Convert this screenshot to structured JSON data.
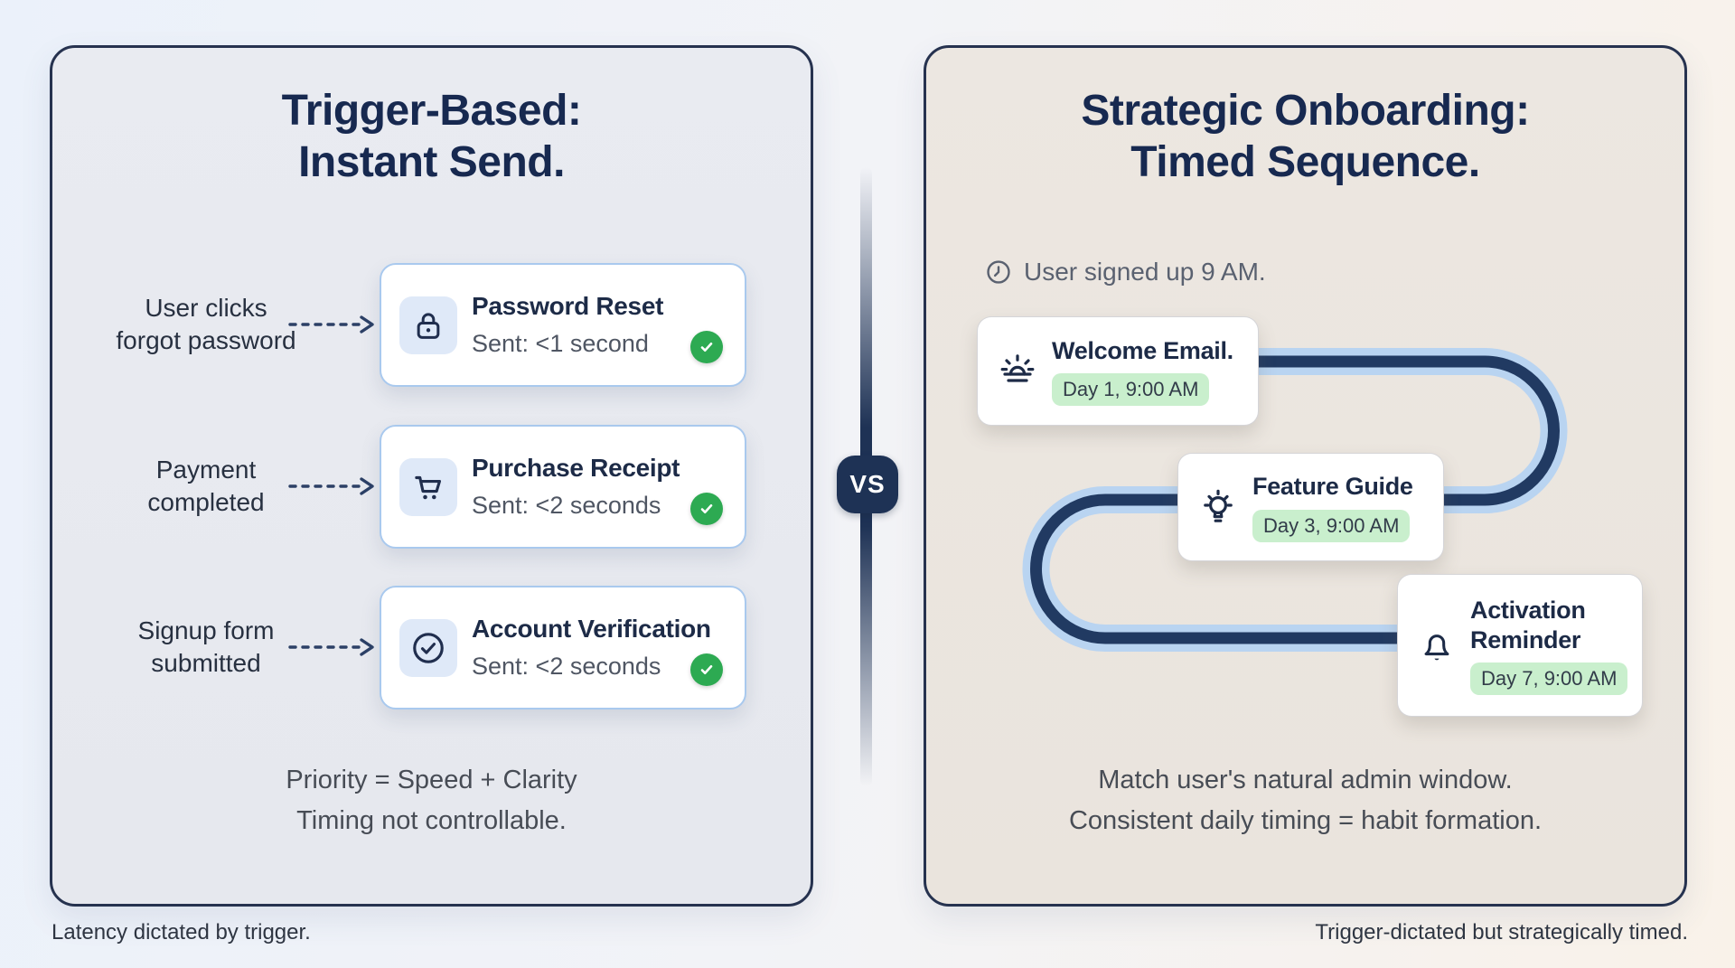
{
  "page": {
    "vs_label": "VS",
    "footnote_left": "Latency dictated by trigger.",
    "footnote_right": "Trigger-dictated but strategically timed."
  },
  "left_panel": {
    "title": "Trigger-Based:\nInstant Send.",
    "rows": [
      {
        "trigger": "User clicks\nforgot password",
        "icon": "lock-icon",
        "title": "Password Reset",
        "subtitle": "Sent: <1 second",
        "status_icon": "check-icon"
      },
      {
        "trigger": "Payment\ncompleted",
        "icon": "cart-icon",
        "title": "Purchase Receipt",
        "subtitle": "Sent: <2 seconds",
        "status_icon": "check-icon"
      },
      {
        "trigger": "Signup form\nsubmitted",
        "icon": "check-circle-icon",
        "title": "Account Verification",
        "subtitle": "Sent: <2 seconds",
        "status_icon": "check-icon"
      }
    ],
    "summary": "Priority = Speed + Clarity\nTiming not controllable."
  },
  "right_panel": {
    "title": "Strategic Onboarding:\nTimed Sequence.",
    "signup_note": "User signed up 9 AM.",
    "steps": [
      {
        "icon": "sunrise-icon",
        "title": "Welcome Email.",
        "badge": "Day 1, 9:00 AM"
      },
      {
        "icon": "lightbulb-icon",
        "title": "Feature Guide",
        "badge": "Day 3, 9:00 AM"
      },
      {
        "icon": "bell-icon",
        "title": "Activation Reminder",
        "badge": "Day 7, 9:00 AM"
      }
    ],
    "summary": "Match user's natural admin window.\nConsistent daily timing = habit formation."
  },
  "colors": {
    "navy": "#1e3255",
    "panel_border": "#26324f",
    "card_border_blue": "#a9c9ee",
    "snake_outer_blue": "#b9d4f1",
    "snake_inner_navy": "#213a62",
    "green_check": "#2daa52",
    "pill_green": "#c9efcd"
  }
}
